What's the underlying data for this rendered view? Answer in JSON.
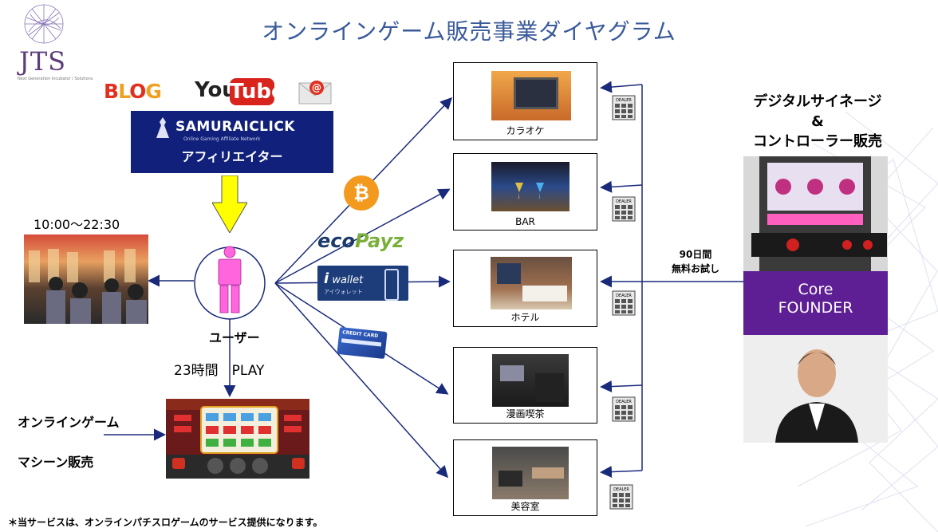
{
  "title": "オンラインゲーム販売事業ダイヤグラム",
  "logo": {
    "text": "JTS",
    "subtitle": "Next Generation Incubator / Solutions"
  },
  "media": {
    "blog": "BLOG",
    "youtube_you": "You",
    "youtube_tube": "Tube"
  },
  "affiliate": {
    "brand": "SAMURAICLICK",
    "tagline": "Online Gaming Affiliate Network",
    "label": "アフィリエイター"
  },
  "hours": "10:00〜22:30",
  "user_label": "ユーザー",
  "play_label": "23時間　PLAY",
  "online_game_label": "オンラインゲーム",
  "machine_sales_label": "マシーン販売",
  "payments": {
    "ecopayz": "ecoPayz",
    "iwallet": "wallet",
    "iwallet_sub": "アイウォレット",
    "credit_card": "CREDIT CARD"
  },
  "venues": [
    {
      "label": "カラオケ"
    },
    {
      "label": "BAR"
    },
    {
      "label": "ホテル"
    },
    {
      "label": "漫画喫茶"
    },
    {
      "label": "美容室"
    }
  ],
  "dealer_label": "DEALER",
  "trial": {
    "line1": "90日間",
    "line2": "無料お試し"
  },
  "signage": {
    "line1": "デジタルサイネージ",
    "line2": "&",
    "line3": "コントローラー販売"
  },
  "core": {
    "line1": "Core",
    "line2": "FOUNDER"
  },
  "footer": "＊当サービスは、オンラインパチスロゲームのサービス提供になります。",
  "colors": {
    "title": "#3a5a9a",
    "arrow": "#1a2a7a",
    "core_bg": "#5e1f95",
    "samurai_bg": "#11207a",
    "user_figure": "#ff66dd"
  }
}
